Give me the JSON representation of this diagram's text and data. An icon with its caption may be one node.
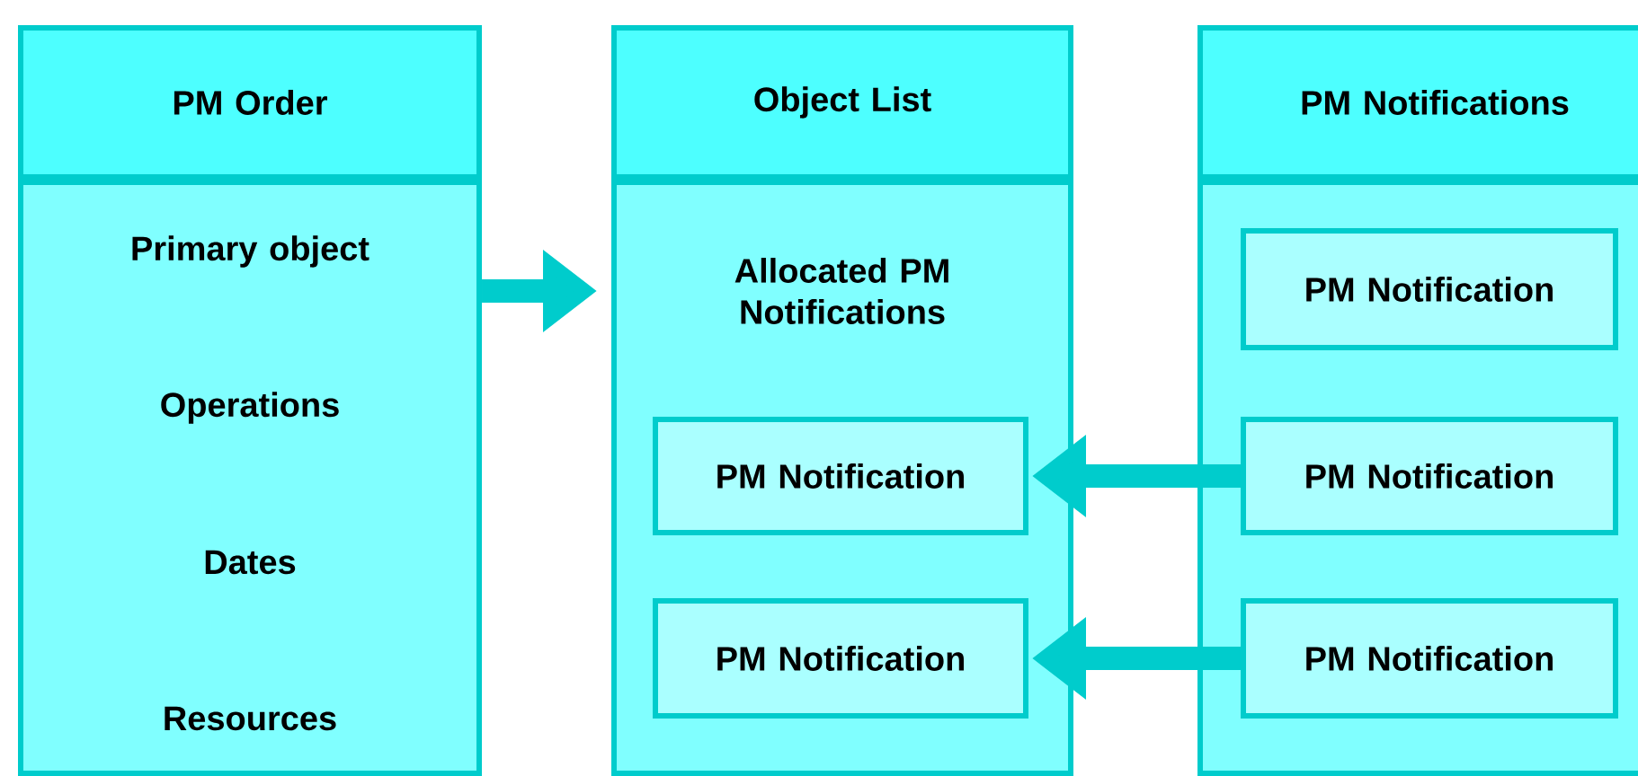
{
  "diagram": {
    "nodes": [
      {
        "text": [
          "PM Order"
        ]
      },
      {
        "text": [
          "Primary object",
          "Operations",
          "Dates",
          "Resources"
        ]
      },
      {
        "text": [
          "Object List"
        ]
      },
      {
        "text": [
          "Allocated PM Notifications"
        ]
      },
      {
        "text": [
          "PM Notification"
        ],
        "in": 3
      },
      {
        "text": [
          "PM Notification"
        ],
        "in": 3
      },
      {
        "text": [
          "PM Notifications"
        ]
      },
      {
        "text": [],
        "shape": "box"
      },
      {
        "text": [
          "PM Notification"
        ],
        "in": 7
      },
      {
        "text": [
          "PM Notification"
        ],
        "in": 7
      },
      {
        "text": [
          "PM Notification"
        ],
        "in": 7
      }
    ],
    "edges": [
      {
        "from": 1,
        "to": 3,
        "arrow": "to"
      },
      {
        "from": 9,
        "to": 4,
        "arrow": "to"
      },
      {
        "from": 10,
        "to": 5,
        "arrow": "to"
      }
    ]
  }
}
